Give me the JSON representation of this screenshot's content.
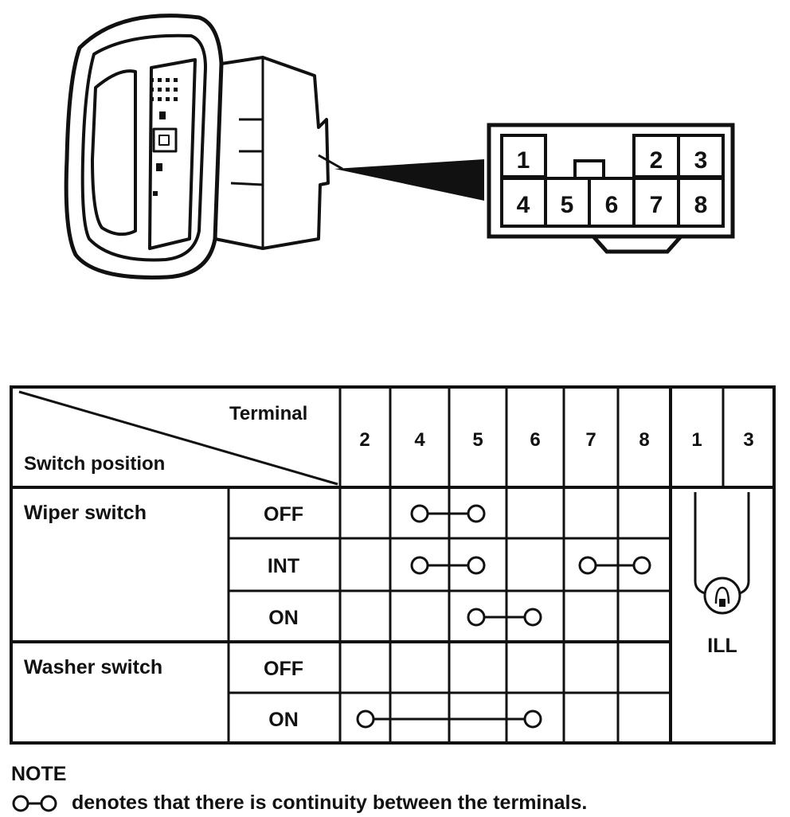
{
  "connector": {
    "pins_top": [
      "1",
      "2",
      "3"
    ],
    "pins_bottom": [
      "4",
      "5",
      "6",
      "7",
      "8"
    ]
  },
  "table": {
    "corner_top_label": "Terminal",
    "corner_bottom_label": "Switch position",
    "terminal_headers": [
      "2",
      "4",
      "5",
      "6",
      "7",
      "8",
      "1",
      "3"
    ],
    "groups": [
      {
        "name": "Wiper switch",
        "positions": [
          "OFF",
          "INT",
          "ON"
        ]
      },
      {
        "name": "Washer switch",
        "positions": [
          "OFF",
          "ON"
        ]
      }
    ],
    "continuity": [
      {
        "position": "Wiper switch OFF",
        "terminals": [
          "4",
          "5"
        ]
      },
      {
        "position": "Wiper switch INT",
        "terminals": [
          "4",
          "5"
        ]
      },
      {
        "position": "Wiper switch INT",
        "terminals": [
          "7",
          "8"
        ]
      },
      {
        "position": "Wiper switch ON",
        "terminals": [
          "5",
          "6"
        ]
      },
      {
        "position": "Washer switch ON",
        "terminals": [
          "2",
          "6"
        ]
      }
    ],
    "lamp_label": "ILL",
    "lamp_terminals": [
      "1",
      "3"
    ]
  },
  "note": {
    "heading": "NOTE",
    "text": "denotes that there is continuity between the terminals."
  }
}
